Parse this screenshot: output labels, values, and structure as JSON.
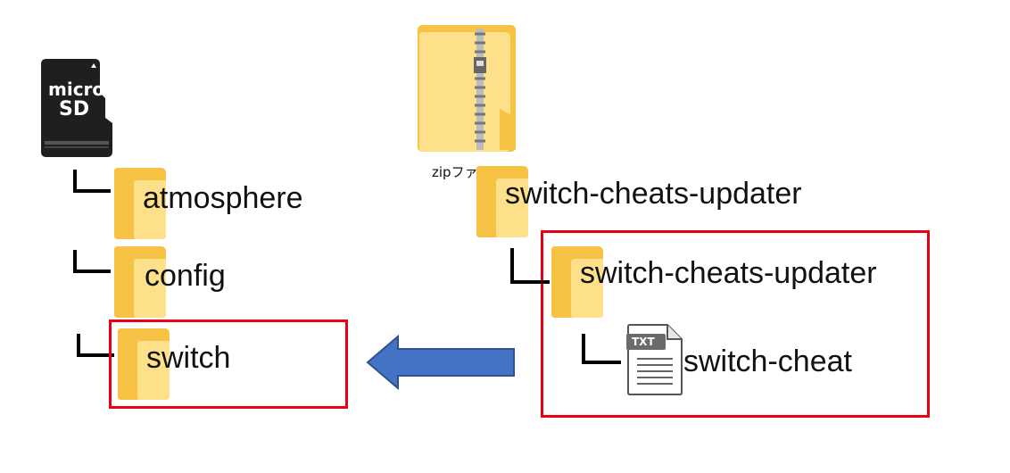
{
  "sd_card": {
    "line1": "micro",
    "line2": "SD"
  },
  "left_tree": {
    "items": [
      {
        "label": "atmosphere"
      },
      {
        "label": "config"
      },
      {
        "label": "switch"
      }
    ]
  },
  "zip": {
    "caption": "zipファ"
  },
  "right_tree": {
    "root": {
      "label": "switch-cheats-updater"
    },
    "child_folder": {
      "label": "switch-cheats-updater"
    },
    "file": {
      "label": "switch-cheat",
      "badge": "TXT"
    }
  },
  "colors": {
    "highlight_box": "#e60012",
    "arrow": "#4472c4",
    "folder": "#ffd86b"
  }
}
